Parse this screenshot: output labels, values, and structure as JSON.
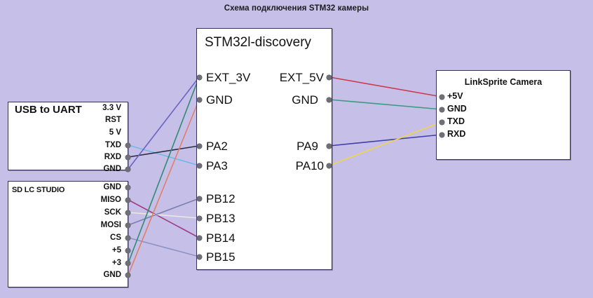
{
  "title": "Схема подключения STM32 камеры",
  "colors": {
    "background": "#c6c0e8",
    "box_fill": "#ffffff",
    "box_border": "#35305c",
    "pin_dot": "#6f6f78",
    "text": "#121212"
  },
  "boards": {
    "stm32": {
      "title": "STM32l-discovery",
      "left_pins": [
        "EXT_3V",
        "GND",
        "PA2",
        "PA3",
        "PB12",
        "PB13",
        "PB14",
        "PB15"
      ],
      "right_pins": [
        "EXT_5V",
        "GND",
        "PA9",
        "PA10"
      ]
    },
    "uart": {
      "title": "USB to UART",
      "pins": [
        "3.3 V",
        "RST",
        "5 V",
        "TXD",
        "RXD",
        "GND"
      ]
    },
    "sd": {
      "title": "SD LC STUDIO",
      "pins": [
        "GND",
        "MISO",
        "SCK",
        "MOSI",
        "CS",
        "+5",
        "+3",
        "GND"
      ]
    },
    "camera": {
      "title": "LinkSprite Camera",
      "pins": [
        "+5V",
        "GND",
        "TXD",
        "RXD"
      ]
    }
  },
  "connections": [
    {
      "name": "uart-txd-to-pa3",
      "from": "USB to UART TXD",
      "to": "STM32 PA3",
      "color": "#6fb7e8"
    },
    {
      "name": "uart-rxd-to-pa2",
      "from": "USB to UART RXD",
      "to": "STM32 PA2",
      "color": "#2a2a3c"
    },
    {
      "name": "uart-gnd-to-ext3v",
      "from": "USB to UART GND",
      "to": "STM32 EXT_3V",
      "color": "#6a62c4"
    },
    {
      "name": "sd-miso-to-pb14",
      "from": "SD MISO",
      "to": "STM32 PB14",
      "color": "#a03b86"
    },
    {
      "name": "sd-sck-to-pb13",
      "from": "SD SCK",
      "to": "STM32 PB13",
      "color": "#efe7dd"
    },
    {
      "name": "sd-mosi-to-pb12",
      "from": "SD MOSI",
      "to": "STM32 PB12",
      "color": "#7b7fae"
    },
    {
      "name": "sd-cs-to-pb15",
      "from": "SD CS",
      "to": "STM32 PB15",
      "color": "#8f92c4"
    },
    {
      "name": "sd-plus3-to-ext3v",
      "from": "SD +3",
      "to": "STM32 EXT_3V",
      "color": "#2e8b72"
    },
    {
      "name": "sd-gnd-to-stm-gnd",
      "from": "SD GND",
      "to": "STM32 GND",
      "color": "#e07f68"
    },
    {
      "name": "ext5v-to-cam-5v",
      "from": "STM32 EXT_5V",
      "to": "Camera +5V",
      "color": "#cc3a52"
    },
    {
      "name": "stm-gnd-to-cam-gnd",
      "from": "STM32 GND",
      "to": "Camera GND",
      "color": "#3a9b81"
    },
    {
      "name": "pa9-to-cam-rxd",
      "from": "STM32 PA9",
      "to": "Camera RXD",
      "color": "#3f3fa8"
    },
    {
      "name": "pa10-to-cam-txd",
      "from": "STM32 PA10",
      "to": "Camera TXD",
      "color": "#f2d34a"
    }
  ]
}
